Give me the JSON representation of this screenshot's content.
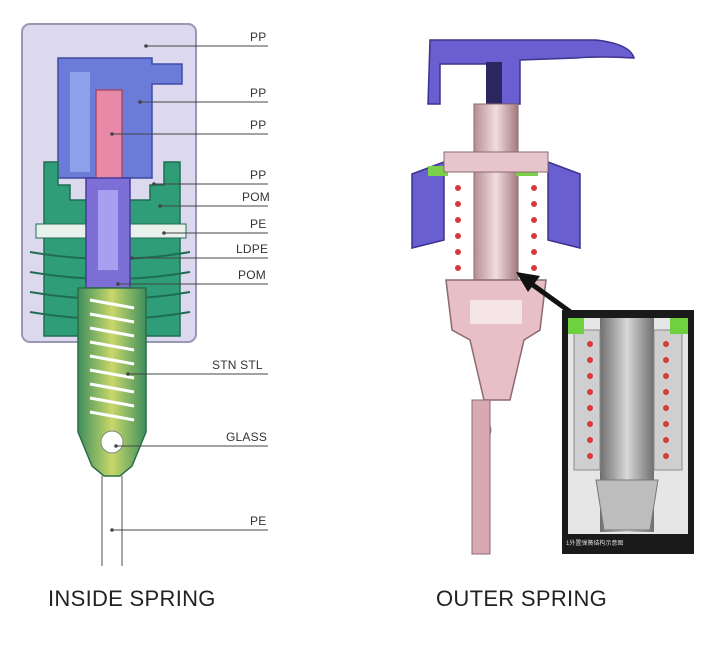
{
  "left_diagram": {
    "caption": "INSIDE SPRING",
    "labels": [
      "PP",
      "PP",
      "PP",
      "PP",
      "POM",
      "PE",
      "LDPE",
      "POM",
      "STN STL",
      "GLASS",
      "PE"
    ]
  },
  "right_diagram": {
    "caption": "OUTER SPRING",
    "inset_caption": "1外置弹簧结构示意图"
  },
  "colors": {
    "cap_purple": "#6a5fd0",
    "stem_pink": "#e88aa6",
    "body_green": "#2f9e78",
    "spring_red": "#d83a3a",
    "shell_lavender": "#dcd8ee"
  }
}
